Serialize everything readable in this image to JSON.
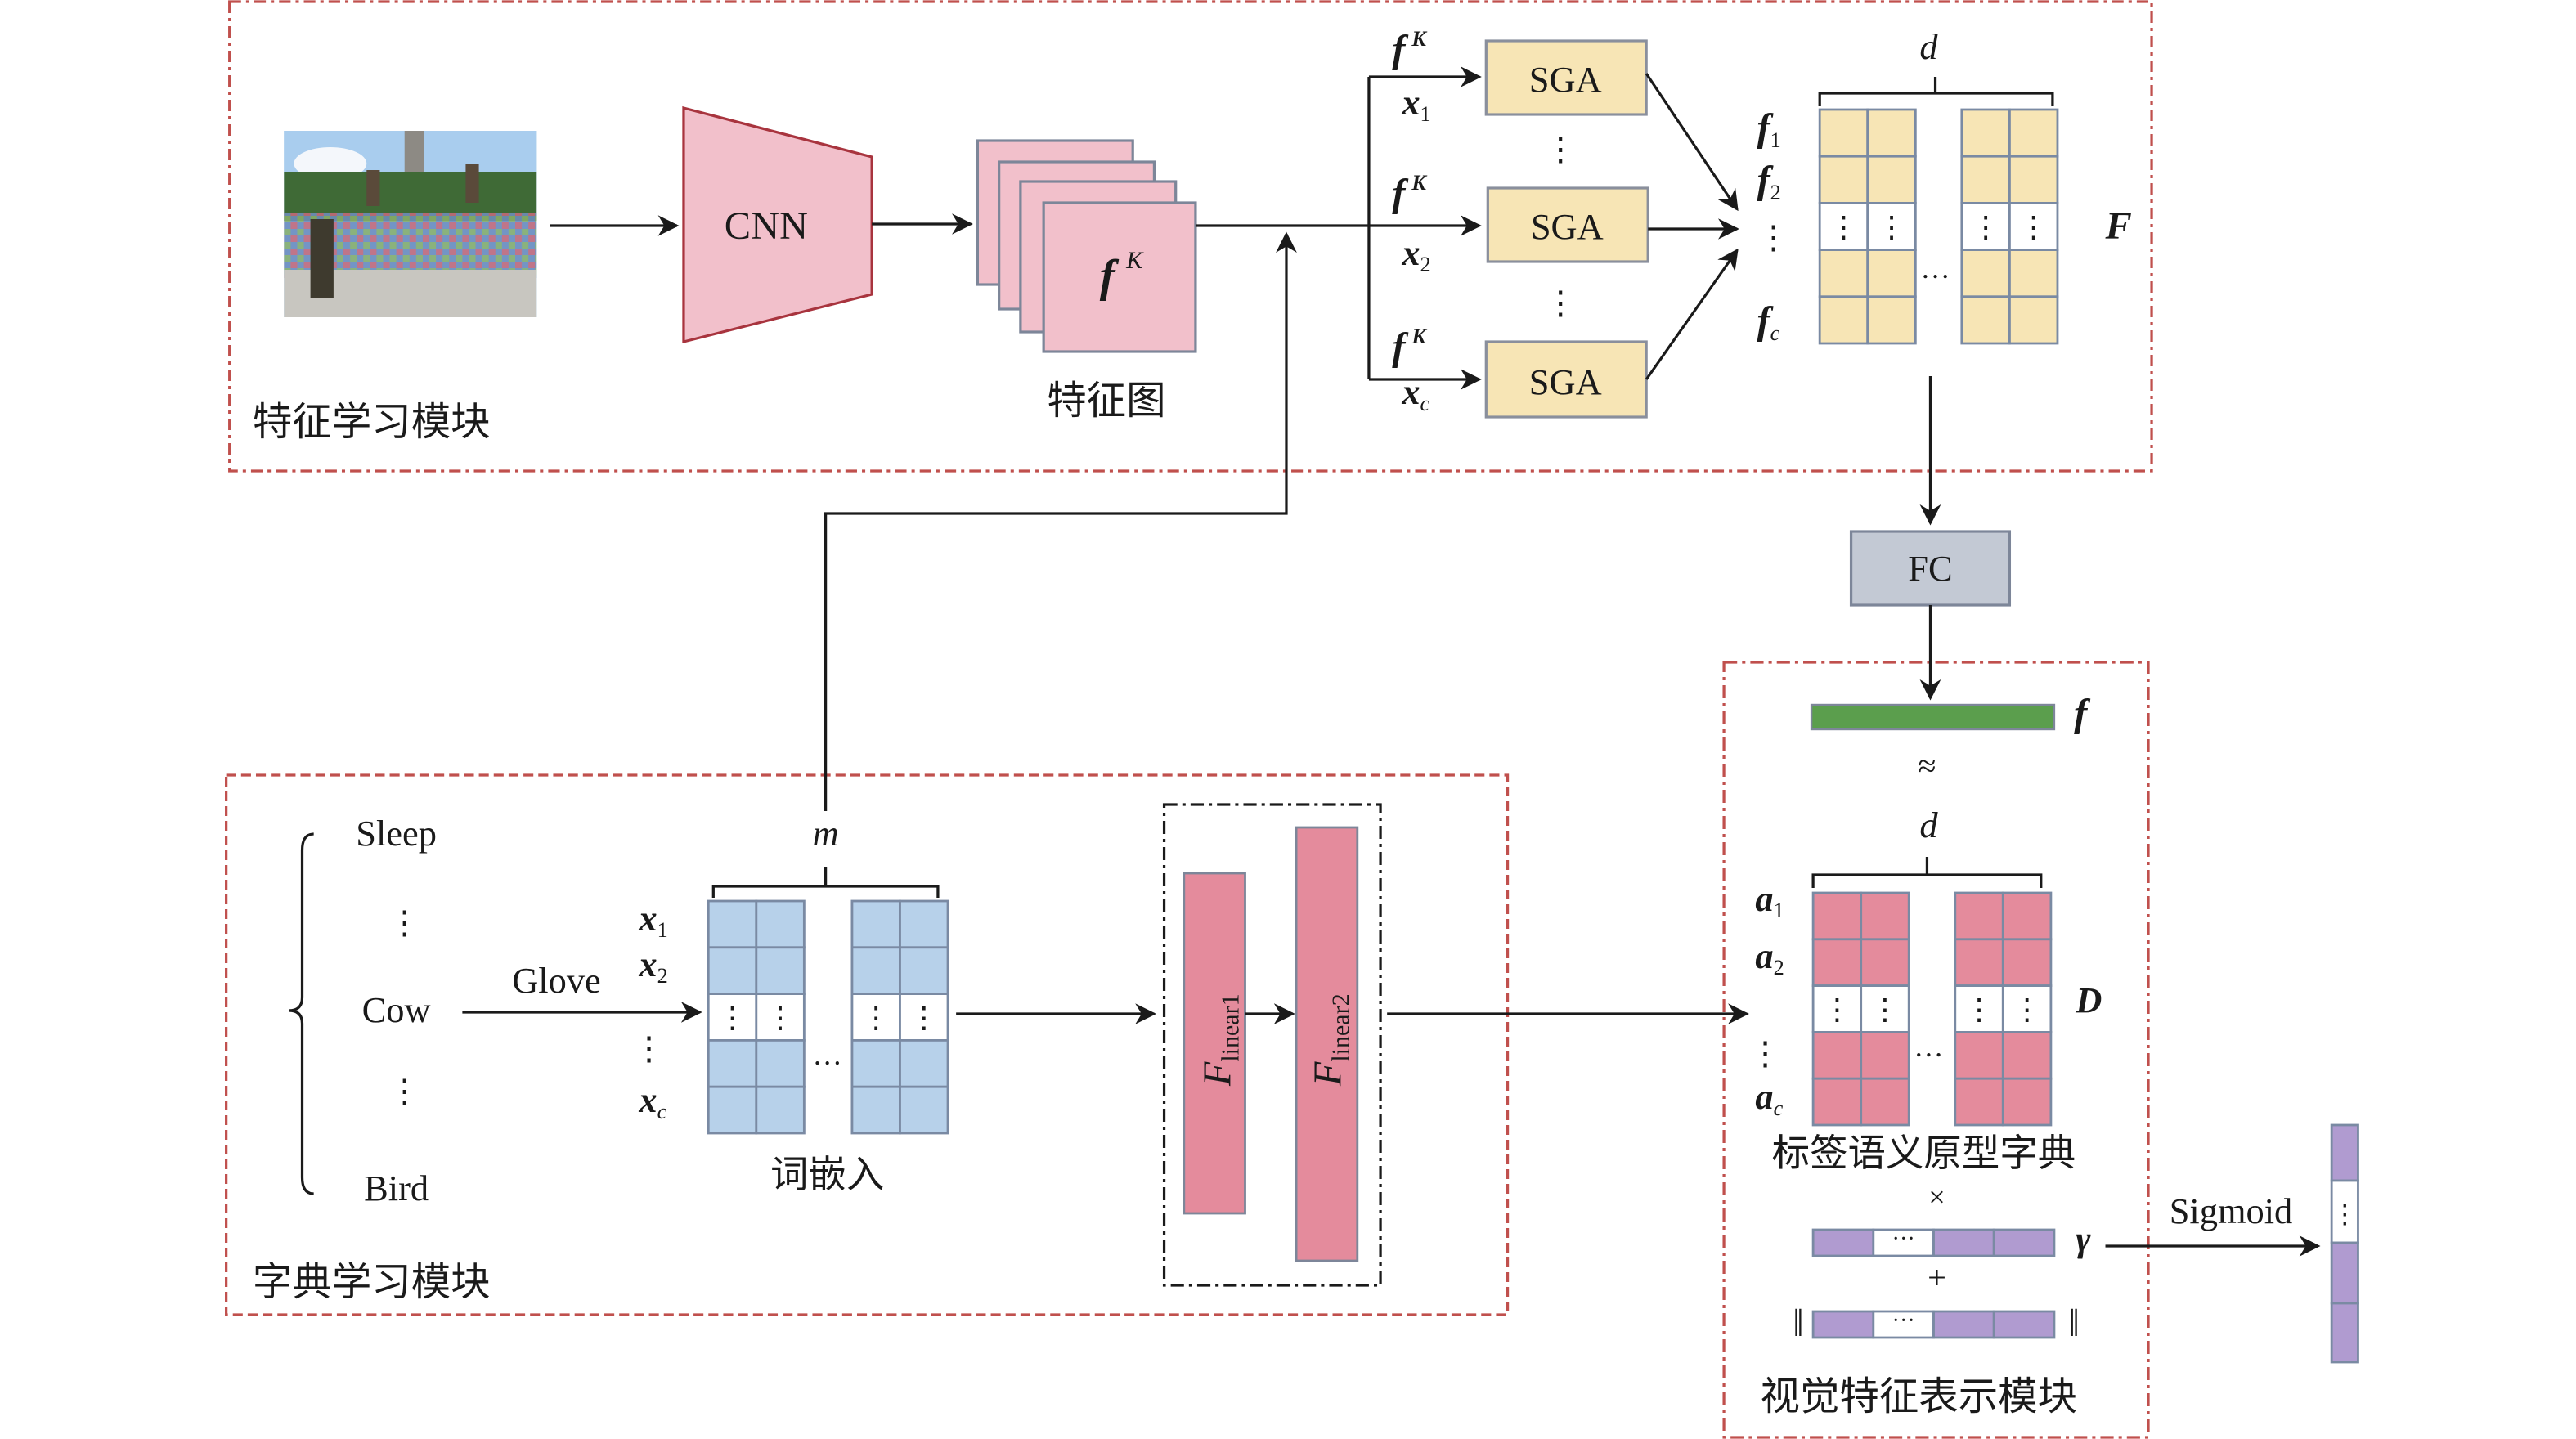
{
  "modules": {
    "feature_learning": "特征学习模块",
    "dictionary_learning": "字典学习模块",
    "visual_feature": "视觉特征表示模块"
  },
  "blocks": {
    "cnn": "CNN",
    "feature_map_label": "特征图",
    "feature_map_symbol": "f",
    "feature_map_sup": "K",
    "sga": "SGA",
    "fc": "FC",
    "glove": "Glove",
    "word_embedding_label": "词嵌入",
    "flinear1_main": "F",
    "flinear1_sub": "linear1",
    "flinear2_main": "F",
    "flinear2_sub": "linear2",
    "dictionary_label": "标签语义原型字典",
    "sigmoid": "Sigmoid"
  },
  "symbols": {
    "fK": "f",
    "K": "K",
    "x": "x",
    "sub1": "1",
    "sub2": "2",
    "subc": "c",
    "f": "f",
    "a": "a",
    "d": "d",
    "m": "m",
    "F": "F",
    "D": "D",
    "gamma": "γ",
    "approx": "≈",
    "times": "×",
    "plus": "+",
    "vdots": "⋮",
    "hdots": "…",
    "cdots": "···",
    "norm_bar": "‖"
  },
  "labels": {
    "words": [
      "Sleep",
      "⋮",
      "Cow",
      "⋮",
      "Bird"
    ]
  },
  "colors": {
    "module_border": "#c0504d",
    "cnn_fill": "#f2c0cb",
    "cnn_stroke": "#a8343e",
    "feature_map_fill": "#f2c0cb",
    "sga_fill": "#f7e5b5",
    "matrix_F_fill": "#f7e5b5",
    "fc_fill": "#c3c9d4",
    "green_vec": "#5b9e4d",
    "blue_matrix": "#b7d1ea",
    "pink_matrix": "#e48b9c",
    "purple_vec": "#b09bd0",
    "cell_border": "#7a8aa3"
  }
}
